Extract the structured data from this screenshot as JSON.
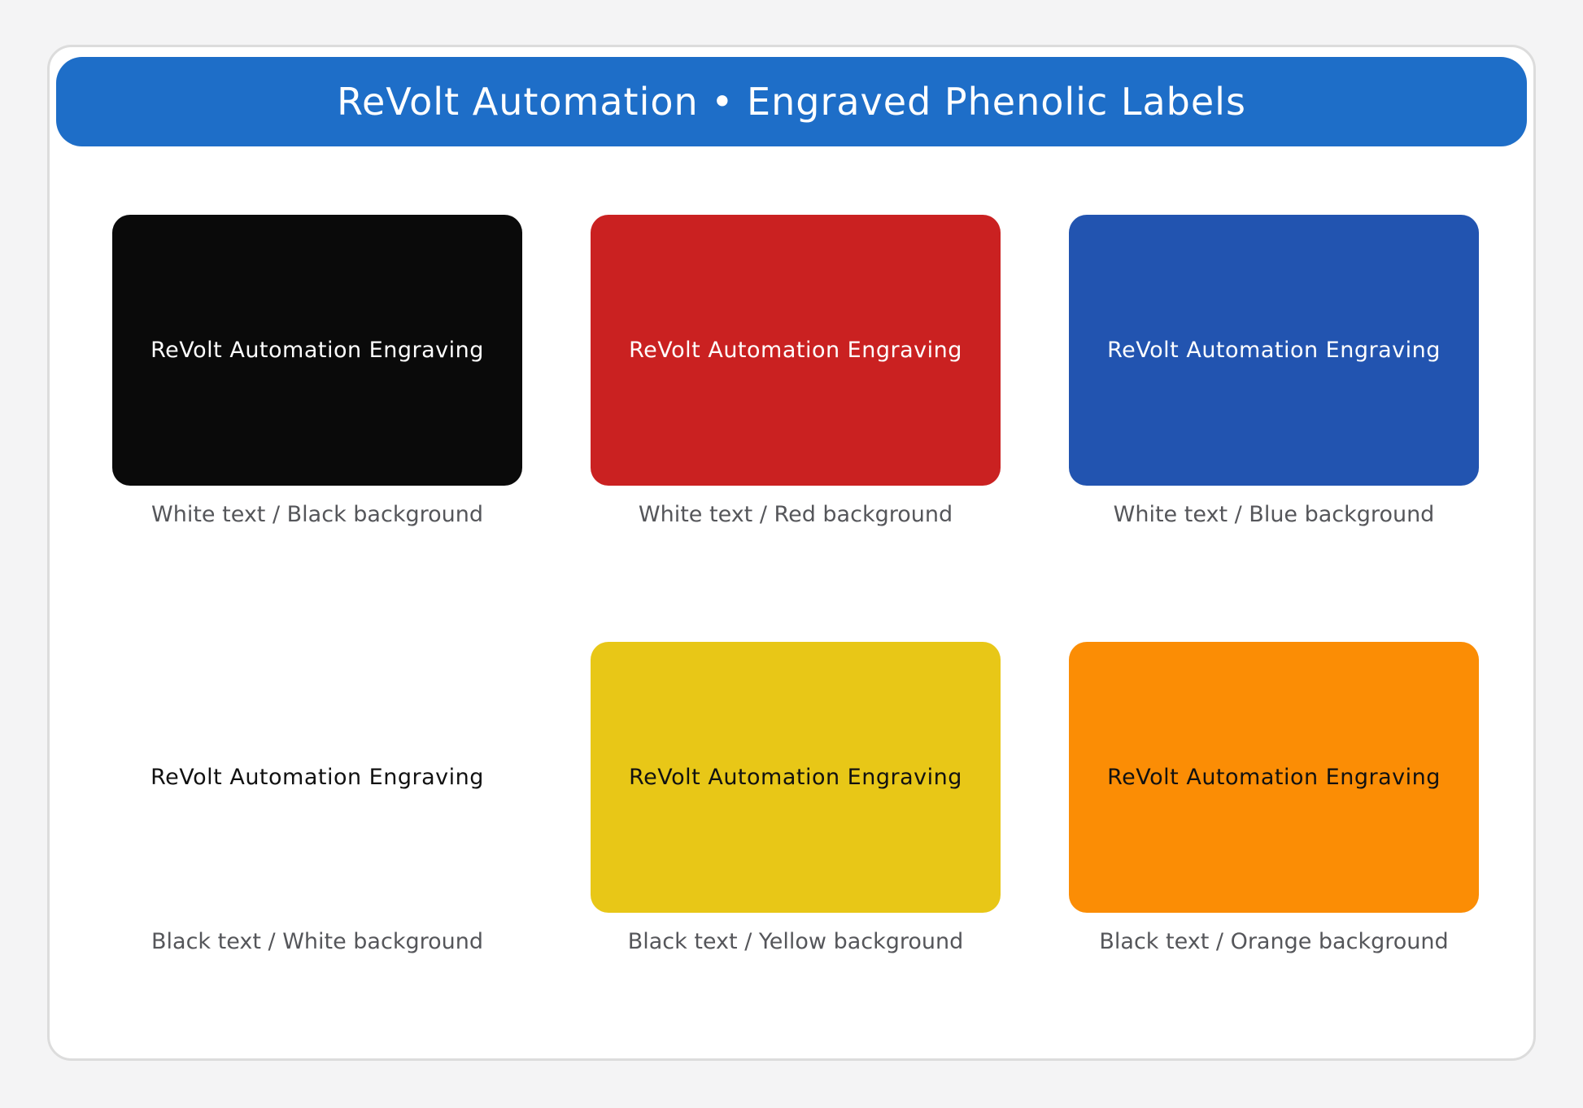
{
  "page": {
    "header": {
      "title": "ReVolt Automation • Engraved Phenolic Labels",
      "bg": "#1e6ec8",
      "text_color": "#ffffff"
    },
    "swatches": [
      {
        "label": "ReVolt Automation Engraving",
        "caption": "White text / Black background",
        "bg": "#0a0a0a",
        "fg": "#ffffff"
      },
      {
        "label": "ReVolt Automation Engraving",
        "caption": "White text / Red background",
        "bg": "#ca2121",
        "fg": "#ffffff"
      },
      {
        "label": "ReVolt Automation Engraving",
        "caption": "White text / Blue background",
        "bg": "#2254b0",
        "fg": "#ffffff"
      },
      {
        "label": "ReVolt Automation Engraving",
        "caption": "Black text / White background",
        "bg": "#ffffff",
        "fg": "#111111"
      },
      {
        "label": "ReVolt Automation Engraving",
        "caption": "Black text / Yellow background",
        "bg": "#e8c717",
        "fg": "#111111"
      },
      {
        "label": "ReVolt Automation Engraving",
        "caption": "Black text / Orange background",
        "bg": "#fb8d05",
        "fg": "#111111"
      }
    ],
    "colors": {
      "page_bg": "#f4f4f5",
      "card_bg": "#ffffff",
      "card_border": "#dcdcdc",
      "caption": "#55565a"
    }
  }
}
